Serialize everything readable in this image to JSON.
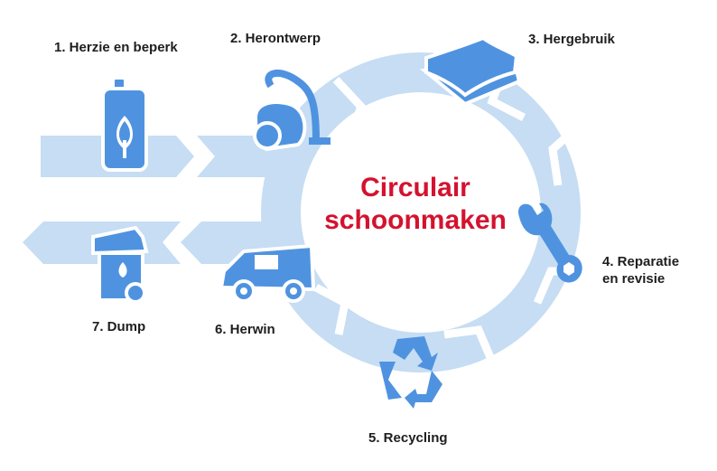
{
  "title": {
    "line1": "Circulair",
    "line2": "schoonmaken"
  },
  "steps": [
    {
      "label": "1. Herzie en beperk",
      "icon": "bottle-icon"
    },
    {
      "label": "2. Herontwerp",
      "icon": "vacuum-cleaner-icon"
    },
    {
      "label": "3. Hergebruik",
      "icon": "cloths-icon"
    },
    {
      "label_line1": "4. Reparatie",
      "label_line2": "en revisie",
      "icon": "wrench-icon"
    },
    {
      "label": "5. Recycling",
      "icon": "recycle-icon"
    },
    {
      "label": "6. Herwin",
      "icon": "van-icon"
    },
    {
      "label": "7. Dump",
      "icon": "bin-icon"
    }
  ],
  "colors": {
    "arrow": "#c6ddf3",
    "icon": "#4f93e0",
    "title": "#d4122f"
  }
}
